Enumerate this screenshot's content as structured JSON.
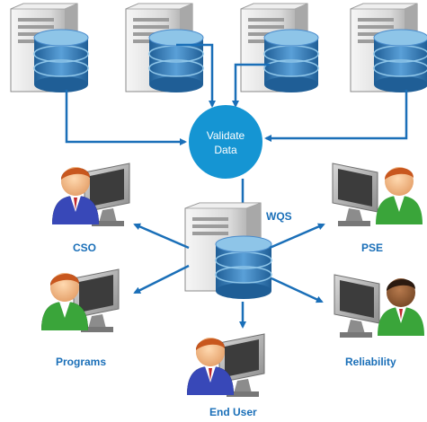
{
  "hub": {
    "line1": "Validate",
    "line2": "Data"
  },
  "central_label": "WQS",
  "users": {
    "cso": "CSO",
    "pse": "PSE",
    "programs": "Programs",
    "reliability": "Reliability",
    "end_user": "End User"
  },
  "colors": {
    "arrow": "#1a6fb8",
    "hub": "#1595d3",
    "label": "#1a6fb8",
    "db_top": "#8ec5e8",
    "db_side": "#2f76b5"
  },
  "icons": [
    "server-database-icon",
    "user-computer-icon"
  ]
}
